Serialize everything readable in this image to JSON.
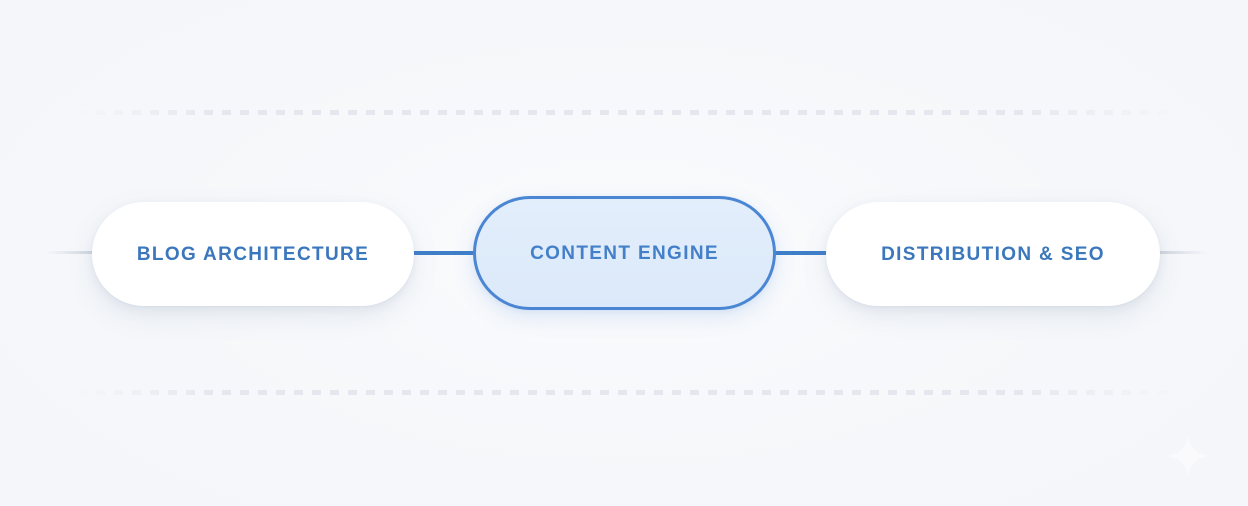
{
  "canvas": {
    "background_color": "#f6f8fb",
    "accent_color": "#3f7fc9",
    "node_text_color": "#3b77bd",
    "active_node_fill": "#dfecfa",
    "active_node_border": "#4a86d4",
    "rail_color": "#e4e8ee",
    "stub_color": "#d4d9e2"
  },
  "diagram": {
    "type": "horizontal-flow",
    "nodes": [
      {
        "id": "blog-architecture",
        "label": "BLOG ARCHITECTURE",
        "state": "default"
      },
      {
        "id": "content-engine",
        "label": "CONTENT ENGINE",
        "state": "active"
      },
      {
        "id": "distribution-seo",
        "label": "DISTRIBUTION & SEO",
        "state": "default"
      }
    ],
    "connectors": [
      {
        "id": "link-1",
        "from": "blog-architecture",
        "to": "content-engine",
        "style": "solid"
      },
      {
        "id": "link-2",
        "from": "content-engine",
        "to": "distribution-seo",
        "style": "solid"
      }
    ],
    "edge_stubs": [
      {
        "id": "stub-left",
        "side": "left",
        "style": "faded"
      },
      {
        "id": "stub-right",
        "side": "right",
        "style": "faded"
      }
    ],
    "guide_rails": [
      {
        "id": "rail-top",
        "position": "top",
        "style": "dashed"
      },
      {
        "id": "rail-bottom",
        "position": "bottom",
        "style": "dashed"
      }
    ],
    "decoration": {
      "id": "sparkle",
      "icon": "sparkle-icon"
    }
  }
}
